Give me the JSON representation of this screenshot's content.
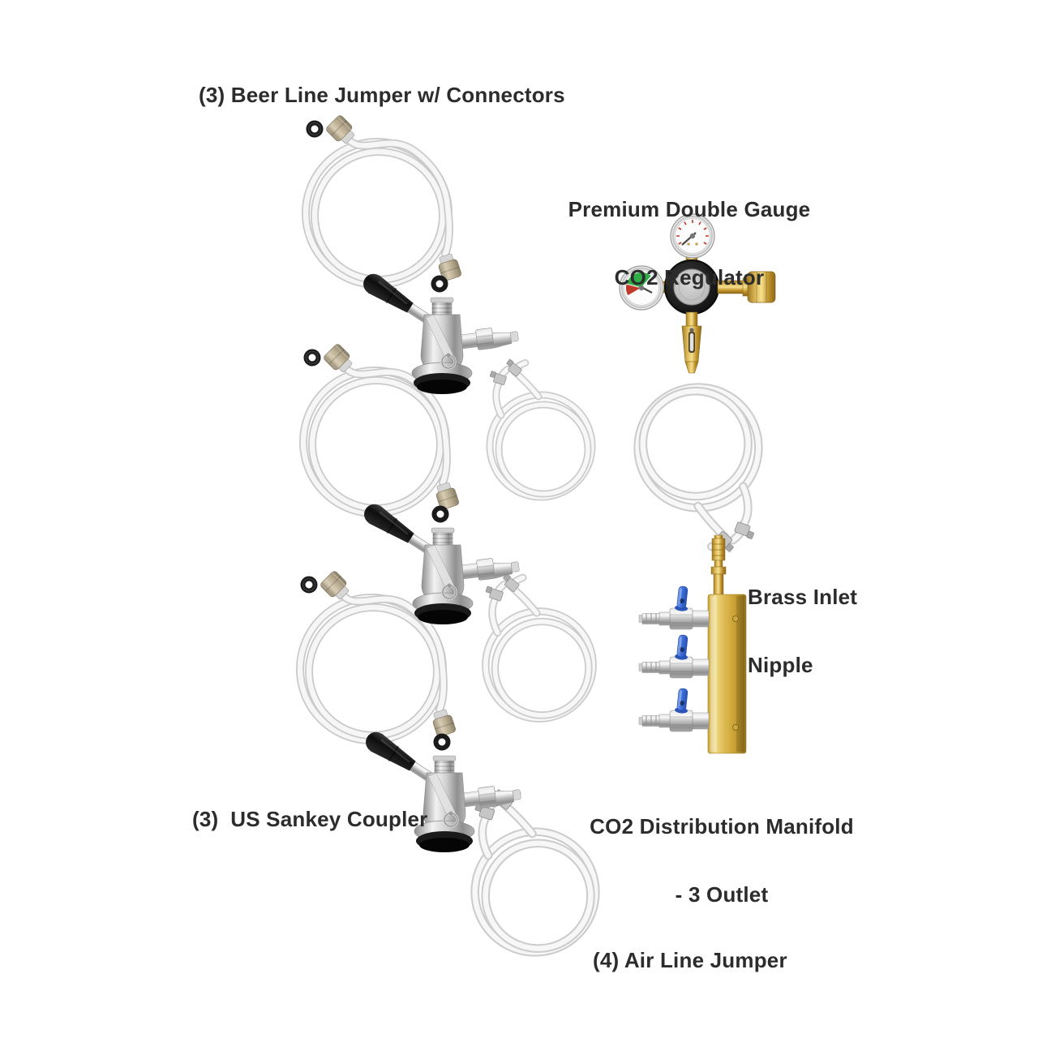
{
  "page": {
    "background": "#ffffff"
  },
  "labels": {
    "beer_line_jumper": "(3) Beer Line Jumper w/ Connectors",
    "regulator_line1": "Premium Double Gauge",
    "regulator_line2": "CO2 Regulator",
    "brass_nipple_line1": "Brass Inlet",
    "brass_nipple_line2": "Nipple",
    "manifold_line1": "CO2 Distribution Manifold",
    "manifold_line2": "- 3 Outlet",
    "sankey_coupler": "(3)  US Sankey Coupler",
    "air_line_jumper": "(4) Air Line Jumper"
  },
  "figures": [
    {
      "name": "beer-line-jumper-with-connectors",
      "instances": 3
    },
    {
      "name": "us-sankey-coupler",
      "instances": 3
    },
    {
      "name": "air-line-jumper",
      "instances": 4
    },
    {
      "name": "premium-double-gauge-co2-regulator",
      "instances": 1
    },
    {
      "name": "brass-inlet-nipple",
      "instances": 1
    },
    {
      "name": "co2-distribution-manifold-3-outlet",
      "instances": 1
    }
  ],
  "colors": {
    "label_text": "#2c2c2c",
    "tubing_edge": "#c9c9c9",
    "tubing_fill": "#f6f6f6",
    "chrome": "#c7c7c7",
    "brass": "#d2a945",
    "valve_handle_blue": "#3e6fd6",
    "gauge_green": "#2fae47",
    "gauge_red": "#c0392b",
    "rubber_black": "#161616"
  }
}
